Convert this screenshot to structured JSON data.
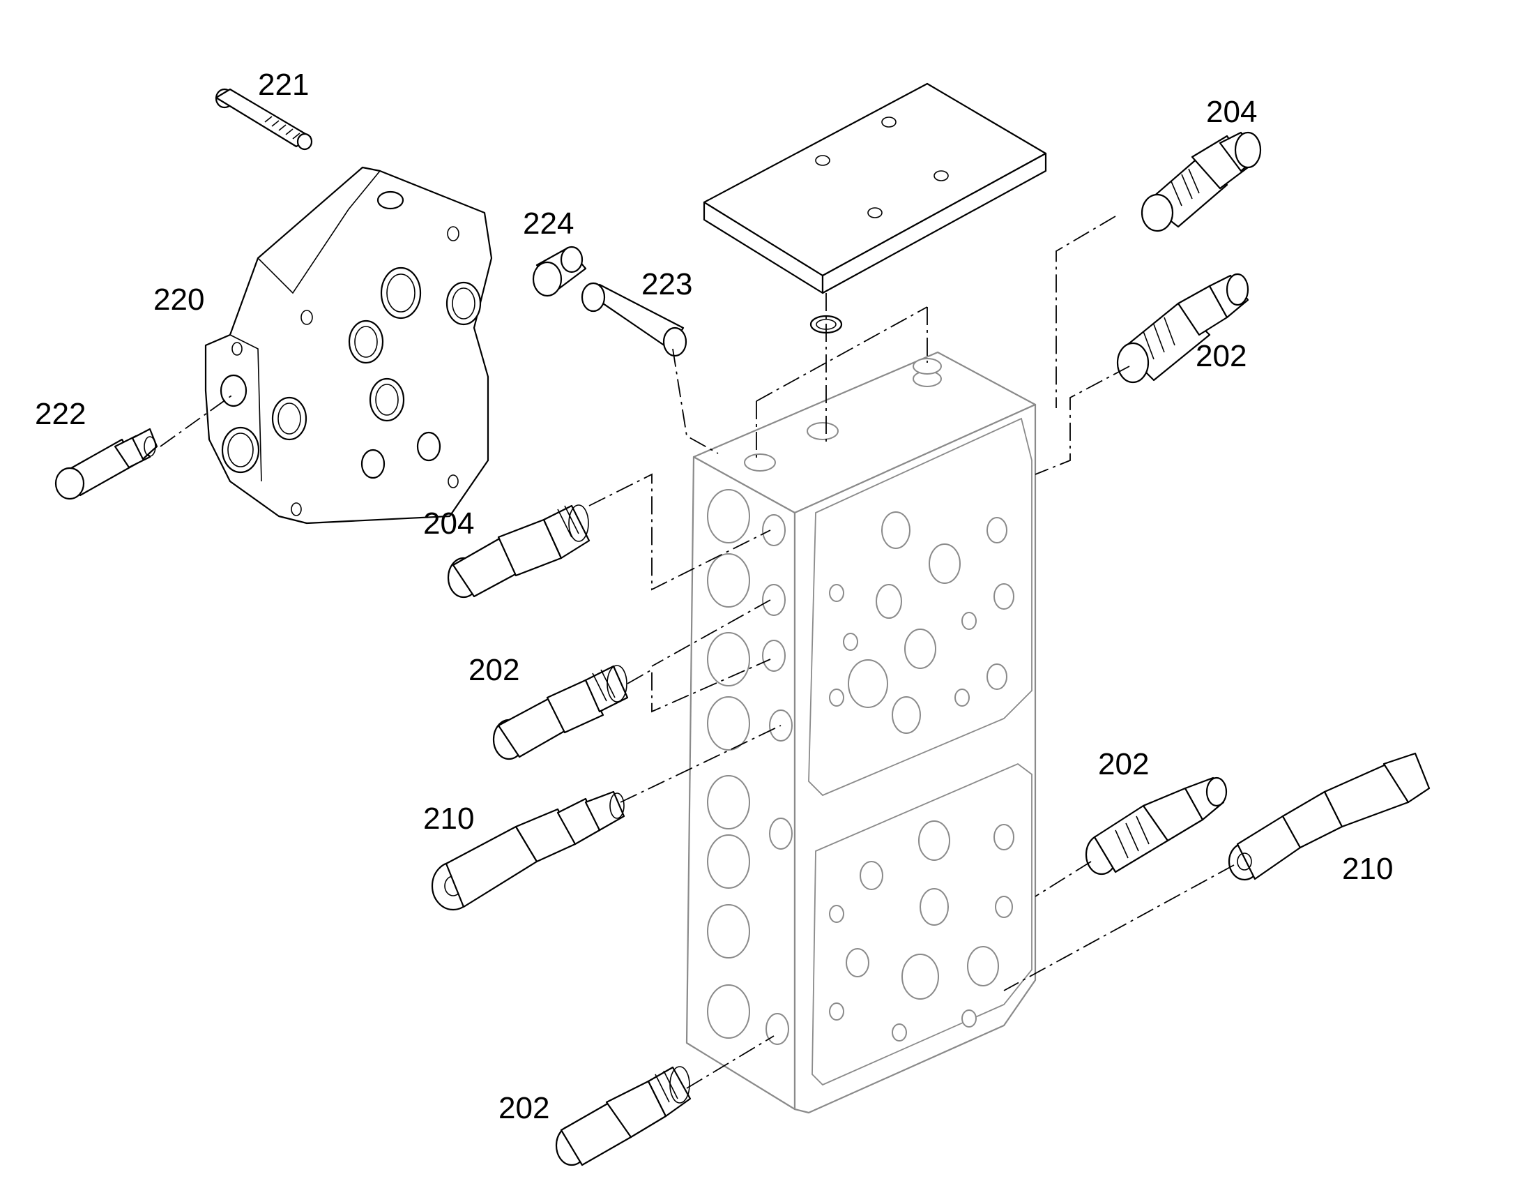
{
  "labels": {
    "l221": "221",
    "l220": "220",
    "l222": "222",
    "l224": "224",
    "l223": "223",
    "l204a": "204",
    "l202a": "202",
    "l204b": "204",
    "l202b": "202",
    "l210a": "210",
    "l202c": "202",
    "l210b": "210",
    "l202d": "202"
  }
}
